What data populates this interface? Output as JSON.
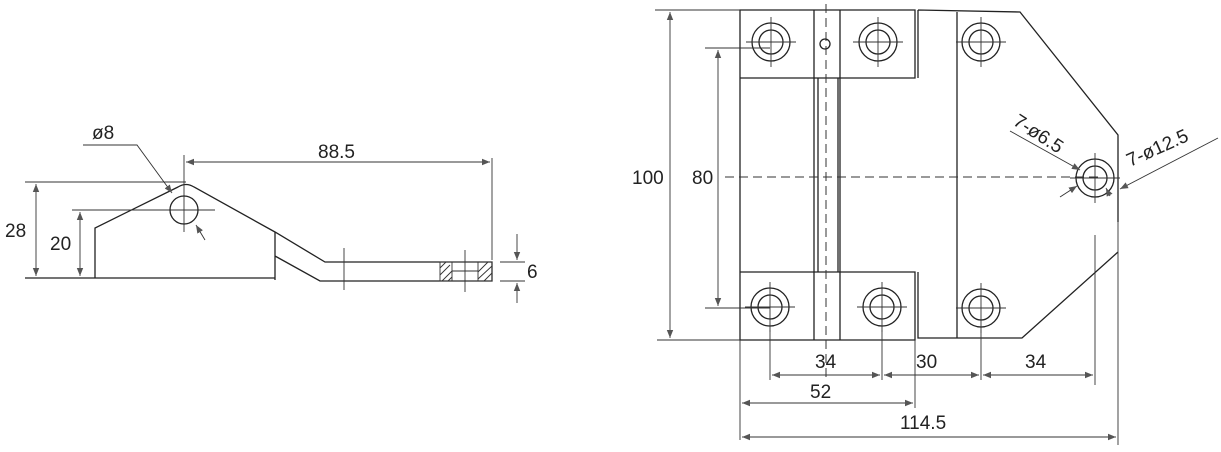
{
  "side_view": {
    "dim_hole_diameter": "ø8",
    "dim_length": "88.5",
    "dim_height_total": "28",
    "dim_hole_height": "20",
    "dim_thickness": "6"
  },
  "front_view": {
    "dim_height_total": "100",
    "dim_hole_spacing_vertical": "80",
    "dim_hole_spacing_34_left": "34",
    "dim_spacing_30": "30",
    "dim_hole_spacing_34_right": "34",
    "dim_leaf_width": "52",
    "dim_total_width": "114.5",
    "hole_callout_inner": "7-ø6.5",
    "hole_callout_outer": "7-ø12.5"
  }
}
